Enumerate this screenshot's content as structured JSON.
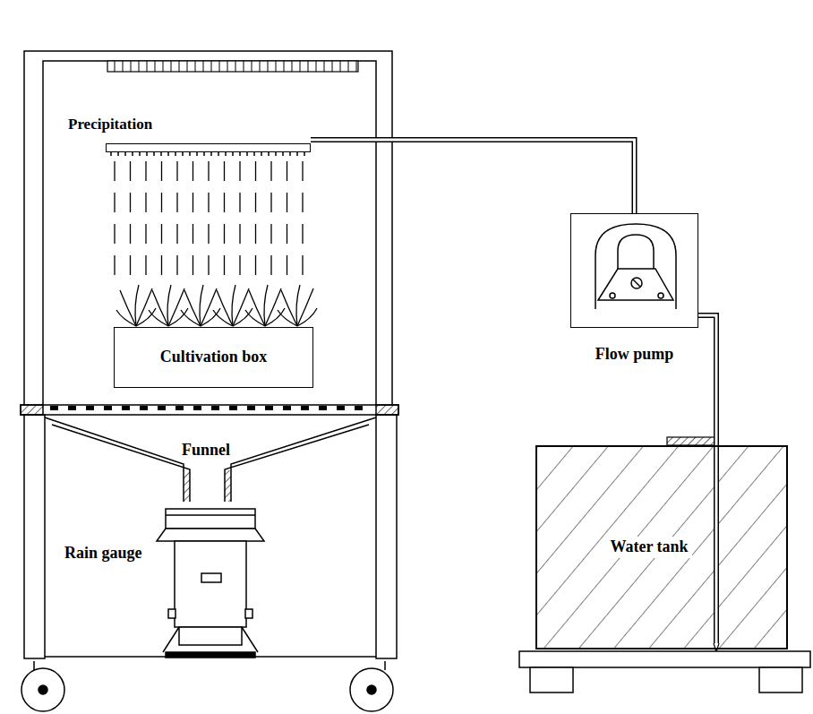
{
  "diagram": {
    "nodes": [
      {
        "text": [
          "Precipitation"
        ]
      },
      {
        "text": [
          "Cultivation box"
        ]
      },
      {
        "text": [
          "Flow pump"
        ]
      },
      {
        "text": [
          "Water tank"
        ]
      }
    ],
    "edges": [
      {
        "from": 3,
        "to": 2,
        "arrow": "none"
      },
      {
        "from": 2,
        "to": 0,
        "arrow": "none"
      }
    ],
    "labels": [
      "Funnel",
      "Rain gauge"
    ]
  }
}
